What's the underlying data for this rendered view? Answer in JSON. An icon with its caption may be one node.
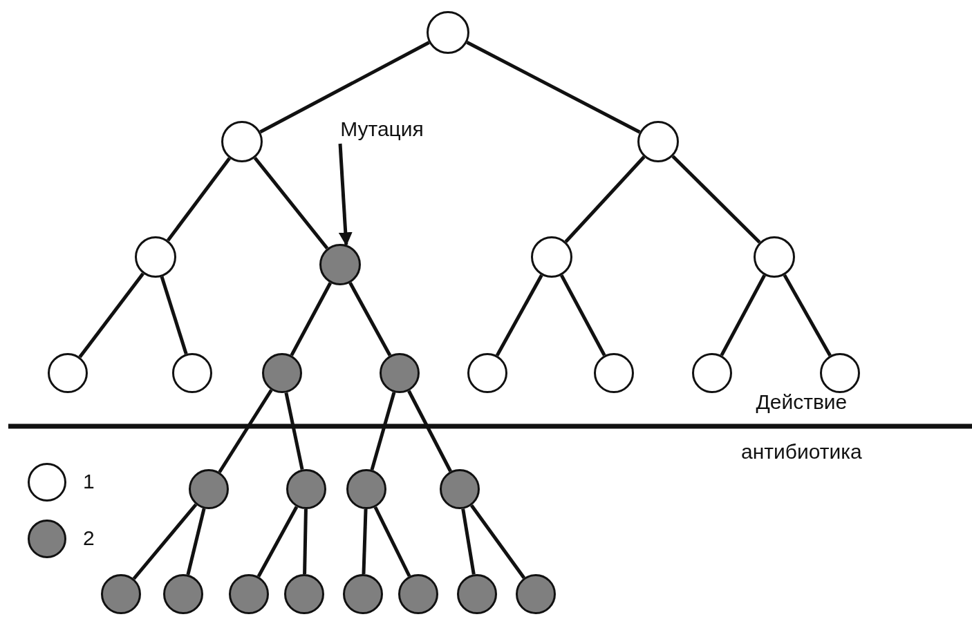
{
  "diagram": {
    "nodes": [
      {
        "text": [],
        "shape": "circle"
      },
      {
        "text": [],
        "shape": "circle"
      },
      {
        "text": [
          "Мутация"
        ]
      },
      {
        "text": [],
        "shape": "circle"
      },
      {
        "text": [],
        "shape": "circle"
      },
      {
        "text": [],
        "shape": "circle"
      },
      {
        "text": [],
        "shape": "circle"
      },
      {
        "text": [],
        "shape": "circle"
      },
      {
        "text": [],
        "shape": "circle"
      },
      {
        "text": [],
        "shape": "circle"
      },
      {
        "text": [],
        "shape": "circle"
      },
      {
        "text": [],
        "shape": "circle"
      },
      {
        "text": [],
        "shape": "circle"
      },
      {
        "text": [],
        "shape": "circle"
      },
      {
        "text": [],
        "shape": "circle"
      },
      {
        "text": [],
        "shape": "circle"
      },
      {
        "text": [],
        "shape": "circle"
      },
      {
        "text": [],
        "shape": "circle"
      },
      {
        "text": [],
        "shape": "circle"
      },
      {
        "text": [],
        "shape": "circle"
      },
      {
        "text": [],
        "shape": "circle"
      },
      {
        "text": [],
        "shape": "circle"
      },
      {
        "text": [],
        "shape": "circle"
      },
      {
        "text": [],
        "shape": "circle"
      },
      {
        "text": [],
        "shape": "circle"
      },
      {
        "text": [],
        "shape": "circle"
      },
      {
        "text": [],
        "shape": "circle"
      },
      {
        "text": [],
        "shape": "circle"
      }
    ],
    "edges": [
      {
        "from": 0,
        "to": 1,
        "arrow": "none"
      },
      {
        "from": 0,
        "to": 3,
        "arrow": "none"
      },
      {
        "from": 2,
        "to": 5,
        "arrow": "to"
      },
      {
        "from": 1,
        "to": 4,
        "arrow": "none"
      },
      {
        "from": 1,
        "to": 5,
        "arrow": "none"
      },
      {
        "from": 3,
        "to": 6,
        "arrow": "none"
      },
      {
        "from": 3,
        "to": 7,
        "arrow": "none"
      },
      {
        "from": 4,
        "to": 8,
        "arrow": "none"
      },
      {
        "from": 4,
        "to": 9,
        "arrow": "none"
      },
      {
        "from": 5,
        "to": 10,
        "arrow": "none"
      },
      {
        "from": 5,
        "to": 11,
        "arrow": "none"
      },
      {
        "from": 6,
        "to": 12,
        "arrow": "none"
      },
      {
        "from": 6,
        "to": 13,
        "arrow": "none"
      },
      {
        "from": 7,
        "to": 14,
        "arrow": "none"
      },
      {
        "from": 7,
        "to": 15,
        "arrow": "none"
      },
      {
        "from": 10,
        "to": 16,
        "arrow": "none"
      },
      {
        "from": 10,
        "to": 17,
        "arrow": "none"
      },
      {
        "from": 11,
        "to": 18,
        "arrow": "none"
      },
      {
        "from": 11,
        "to": 19,
        "arrow": "none"
      },
      {
        "from": 16,
        "to": 20,
        "arrow": "none"
      },
      {
        "from": 16,
        "to": 21,
        "arrow": "none"
      },
      {
        "from": 17,
        "to": 22,
        "arrow": "none"
      },
      {
        "from": 17,
        "to": 23,
        "arrow": "none"
      },
      {
        "from": 18,
        "to": 24,
        "arrow": "none"
      },
      {
        "from": 18,
        "to": 25,
        "arrow": "none"
      },
      {
        "from": 19,
        "to": 26,
        "arrow": "none"
      },
      {
        "from": 19,
        "to": 27,
        "arrow": "none"
      }
    ],
    "labels": [
      "Действие антибиотика"
    ],
    "legend": [
      {
        "text": "1",
        "color": "#ffffff"
      },
      {
        "text": "2",
        "color": "#7f7f7f"
      }
    ]
  }
}
